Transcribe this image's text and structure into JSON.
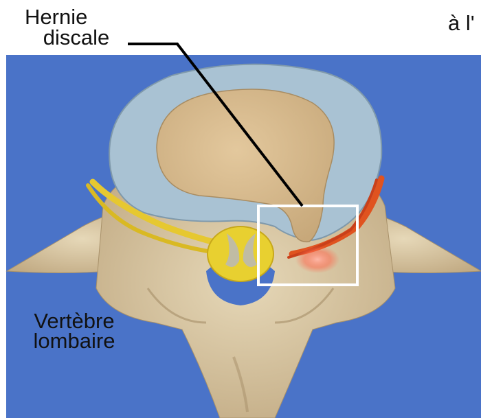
{
  "labels": {
    "herniation_line1": "Hernie",
    "herniation_line2": "discale",
    "vertebra_line1": "Vertèbre",
    "vertebra_line2": "lombaire",
    "cut_text": "à l'"
  },
  "colors": {
    "background_panel": "#4a73c8",
    "bone": "#d8c7a3",
    "bone_shadow": "#b9a37c",
    "disc_annulus": "#a9c2d3",
    "disc_nucleus": "#d6b98e",
    "nerve": "#e6c830",
    "inflamed_nerve": "#e0531f",
    "highlight_box": "#ffffff",
    "pointer_line": "#000000"
  }
}
